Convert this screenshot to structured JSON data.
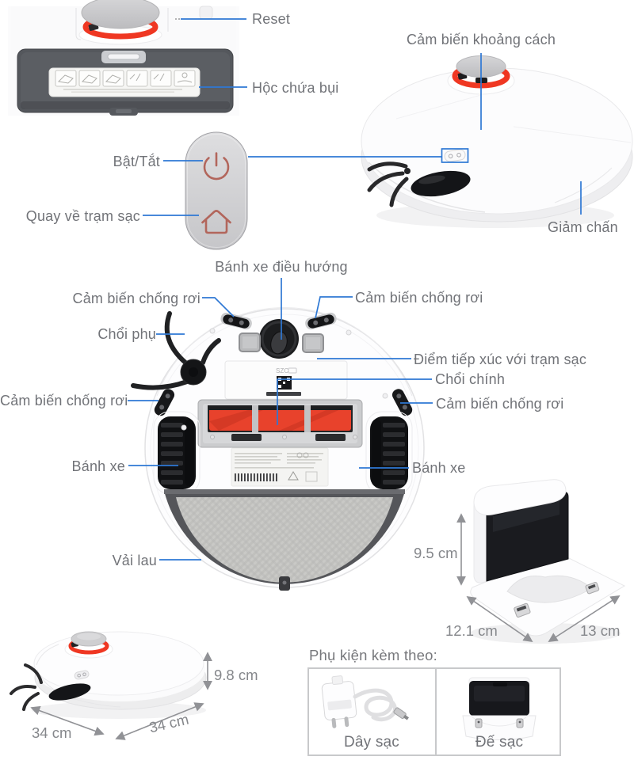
{
  "colors": {
    "accent_blue": "#2e78d4",
    "label_gray": "#717378",
    "dim_gray": "#85878b",
    "brush_red": "#e8422c",
    "lidar_ring_red": "#ef3722",
    "button_icon_red": "#b2665c"
  },
  "top_left": {
    "reset": "Reset",
    "dust_bin": "Hộc chứa bụi"
  },
  "top_right": {
    "distance_sensor": "Cảm biến khoảng cách",
    "bumper": "Giảm chấn"
  },
  "controls": {
    "power": "Bật/Tắt",
    "dock_return": "Quay về trạm sạc",
    "power_icon": "power-icon",
    "home_icon": "home-icon"
  },
  "bottom_view": {
    "nav_wheel": "Bánh xe điều hướng",
    "cliff_sensor": "Cảm biến chống rơi",
    "side_brush": "Chổi phụ",
    "dock_contacts": "Điểm tiếp xúc với trạm sạc",
    "main_brush": "Chổi chính",
    "wheel": "Bánh xe",
    "mop": "Vải lau",
    "panel_logo": "SZC"
  },
  "dock_dims": {
    "height": "9.5 cm",
    "depth": "12.1 cm",
    "width": "13 cm"
  },
  "robot_dims": {
    "height": "9.8 cm",
    "width": "34 cm",
    "depth": "34 cm"
  },
  "accessories": {
    "header": "Phụ kiện kèm theo:",
    "cable": "Dây sạc",
    "dock": "Đế sạc"
  }
}
